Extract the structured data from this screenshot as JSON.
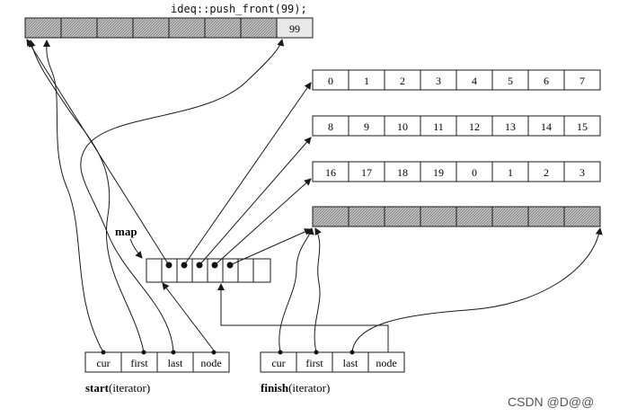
{
  "caption": "ideq::push_front(99);",
  "top_buffer": {
    "value": "99"
  },
  "buffer_rows": [
    [
      "0",
      "1",
      "2",
      "3",
      "4",
      "5",
      "6",
      "7"
    ],
    [
      "8",
      "9",
      "10",
      "11",
      "12",
      "13",
      "14",
      "15"
    ],
    [
      "16",
      "17",
      "18",
      "19",
      "0",
      "1",
      "2",
      "3"
    ]
  ],
  "map_label": "map",
  "start": {
    "fields": [
      "cur",
      "first",
      "last",
      "node"
    ],
    "label_bold": "start",
    "label_rest": "(iterator)"
  },
  "finish": {
    "fields": [
      "cur",
      "first",
      "last",
      "node"
    ],
    "label_bold": "finish",
    "label_rest": "(iterator)"
  },
  "watermark": "CSDN @D@@",
  "colors": {
    "line": "#1a1a1a",
    "hatch": "#9a9a9a",
    "top_value_bg": "#e8e8e8",
    "watermark": "#555555"
  }
}
